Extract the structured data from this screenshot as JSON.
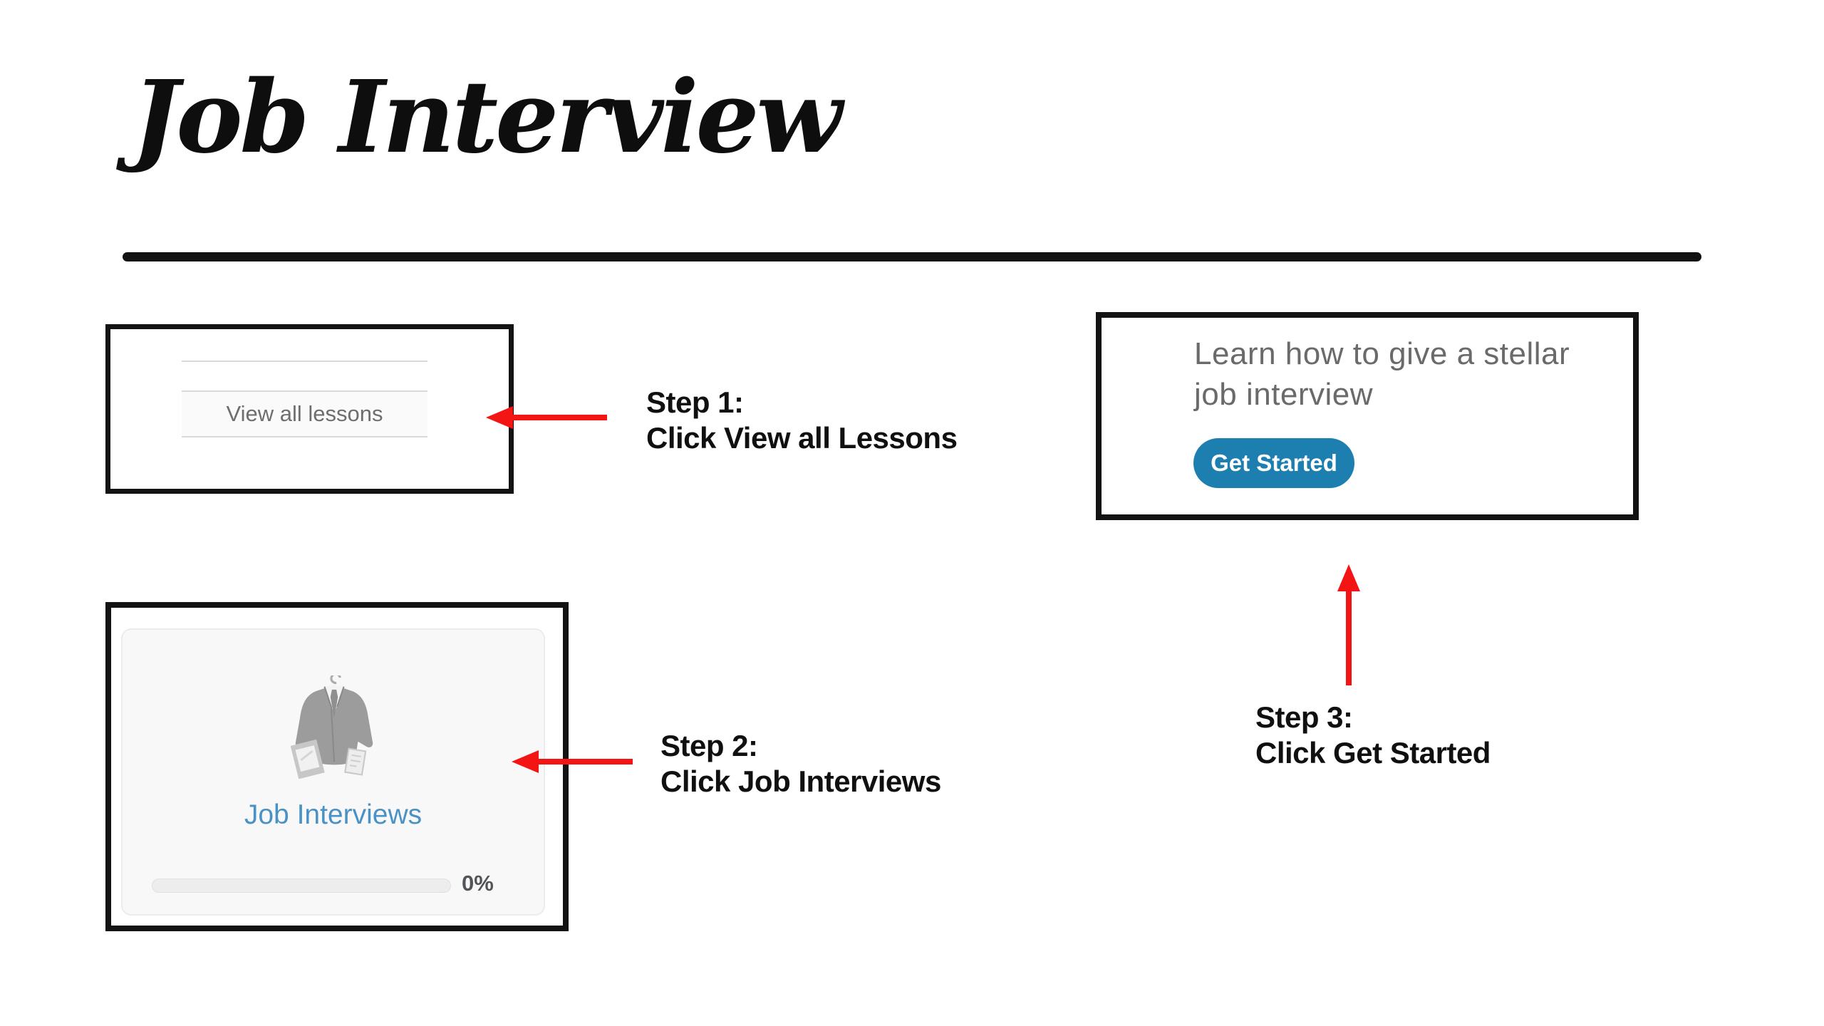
{
  "slide": {
    "title": "Job Interview"
  },
  "lessons_panel": {
    "view_all_label": "View all lessons"
  },
  "course_card": {
    "title": "Job Interviews",
    "progress_label": "0%"
  },
  "intro_panel": {
    "headline_line1": "Learn how to give a stellar",
    "headline_line2": "job interview",
    "cta_label": "Get Started"
  },
  "steps": [
    {
      "label": "Step 1:",
      "instruction": "Click View all Lessons"
    },
    {
      "label": "Step 2:",
      "instruction": "Click Job Interviews"
    },
    {
      "label": "Step 3:",
      "instruction": "Click Get Started"
    }
  ],
  "colors": {
    "arrow_red": "#f31414",
    "cta_blue": "#1c7fb0",
    "card_title_blue": "#4a92c3"
  }
}
